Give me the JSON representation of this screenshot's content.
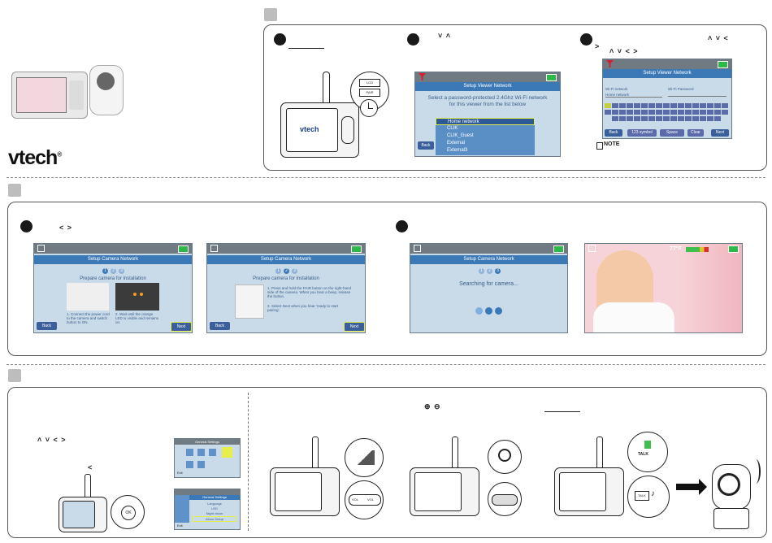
{
  "brand": {
    "logo_text": "vtech",
    "logo_mark": "®"
  },
  "section1": {
    "step1_screen": {
      "mini_labels": [
        "LCD",
        "PAIR"
      ]
    },
    "step2_screen": {
      "title": "Setup Viewer Network",
      "prompt_line1": "Select a password-protected 2.4Ghz Wi-Fi network",
      "prompt_line2": "for this viewer from the list below",
      "networks": [
        "Home network",
        "CLIK",
        "CLIK_Guest",
        "External",
        "External3"
      ],
      "back_label": "Back"
    },
    "step3_screen": {
      "title": "Setup Viewer Network",
      "wifi_network_label": "Wi-Fi network",
      "wifi_network_value": "Home network",
      "wifi_password_label": "Wi-Fi Password",
      "back_label": "Back",
      "symbol_label": "123 symbol",
      "space_label": "Space",
      "clear_label": "Clear",
      "next_label": "Next"
    },
    "note_label": "NOTE"
  },
  "section2": {
    "screenA": {
      "title": "Setup Camera Network",
      "subtitle": "Prepare camera for installation",
      "step_dots": [
        "1",
        "2",
        "3"
      ],
      "caption1": "1. Connect the power cord to the camera and switch button to ON.",
      "caption2": "2. Wait until the orange LED is visible and remains on.",
      "back_label": "Back",
      "next_label": "Next"
    },
    "screenB": {
      "title": "Setup Camera Network",
      "subtitle": "Prepare camera for installation",
      "step_dots": [
        "1",
        "2",
        "3"
      ],
      "instruction1": "1. Press and hold the PAIR button on the right-hand side of the camera. When you hear a beep, release the button.",
      "instruction2": "2. Select Next when you hear 'ready to start pairing'.",
      "back_label": "Back",
      "next_label": "Next"
    },
    "screenC": {
      "title": "Setup Camera Network",
      "step_dots": [
        "1",
        "2",
        "3"
      ],
      "searching": "Searching for camera..."
    },
    "screenD": {
      "temp": "77°F"
    }
  },
  "section3": {
    "menu_screen1": {
      "title": "General Settings",
      "exit_label": "Exit"
    },
    "menu_screen2": {
      "title": "General Settings",
      "items": [
        "Language",
        "LED",
        "Night vision",
        "About Setup"
      ],
      "exit_label": "Exit"
    },
    "ok_label": "OK",
    "vol_minus": "VOL",
    "vol_plus": "VOL",
    "talk_label": "TALK"
  },
  "colors": {
    "accent_blue": "#3b79b6",
    "panel_bg": "#c9dbe9",
    "tag_gray": "#bdbdbd"
  }
}
